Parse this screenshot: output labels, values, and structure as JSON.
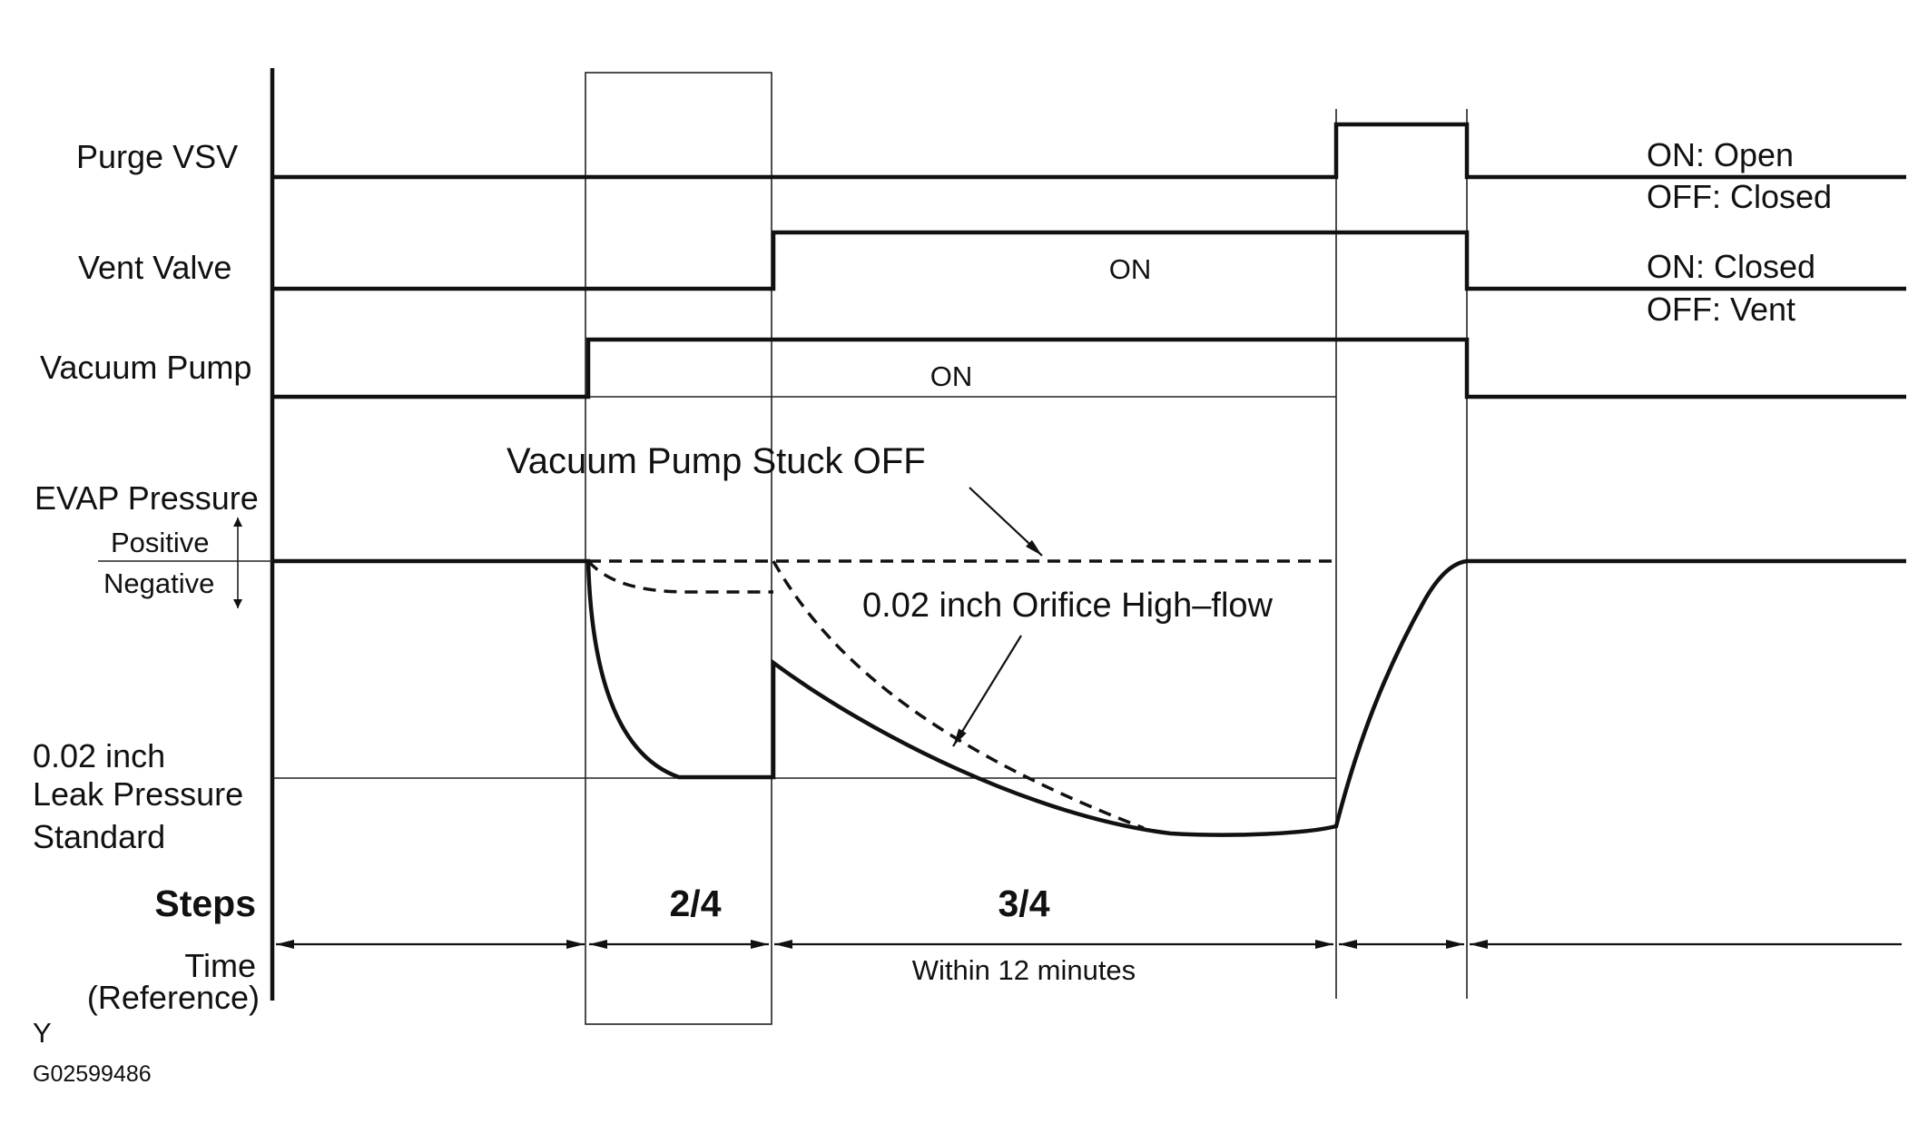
{
  "rows": {
    "purge_vsv": "Purge VSV",
    "vent_valve": "Vent Valve",
    "vacuum_pump": "Vacuum Pump",
    "evap_pressure": "EVAP Pressure",
    "positive": "Positive",
    "negative": "Negative",
    "leak_line1": "0.02 inch",
    "leak_line2": "Leak Pressure",
    "leak_line3": "Standard",
    "steps": "Steps",
    "time_line1": "Time",
    "time_line2": "(Reference)"
  },
  "states": {
    "purge_on": "ON: Open",
    "purge_off": "OFF: Closed",
    "vent_on": "ON: Closed",
    "vent_off": "OFF: Vent",
    "vent_on_label": "ON",
    "pump_on_label": "ON"
  },
  "annotations": {
    "pump_stuck": "Vacuum Pump Stuck OFF",
    "orifice": "0.02 inch Orifice High–flow"
  },
  "steps": {
    "step2": "2/4",
    "step3": "3/4"
  },
  "time": {
    "within": "Within 12 minutes"
  },
  "footer": {
    "letter": "Y",
    "code": "G02599486"
  },
  "colors": {
    "ink": "#111111",
    "background": "#ffffff"
  }
}
